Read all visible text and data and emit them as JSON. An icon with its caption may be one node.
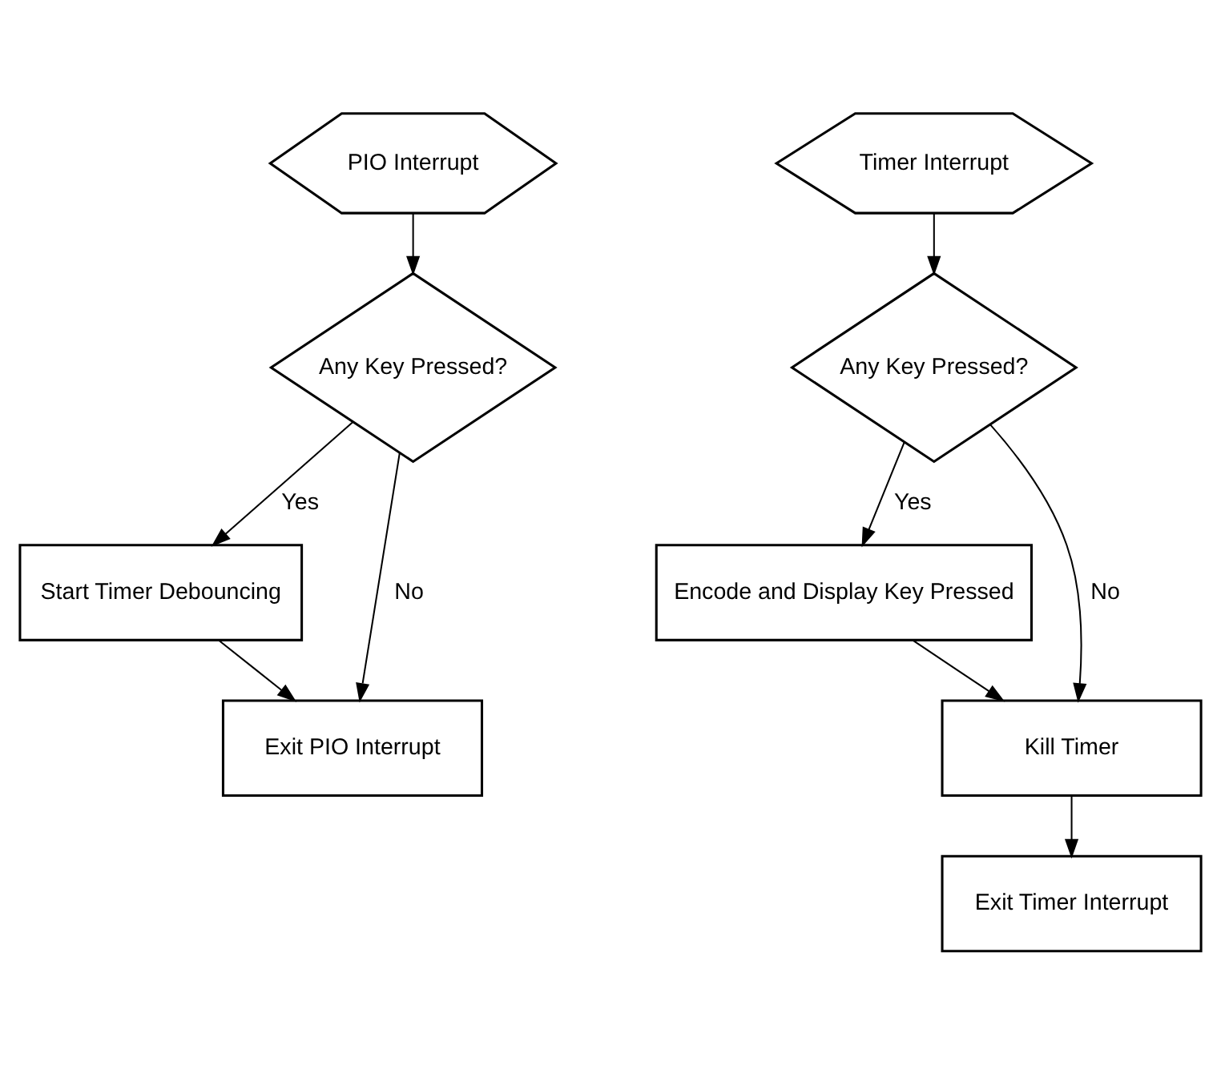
{
  "diagram": {
    "nodes": [
      {
        "text": [
          "PIO Interrupt"
        ]
      },
      {
        "text": [
          "Any Key Pressed?"
        ]
      },
      {
        "text": [
          "Start Timer Debouncing"
        ]
      },
      {
        "text": [
          "Exit PIO Interrupt"
        ]
      },
      {
        "text": [
          "Timer Interrupt"
        ]
      },
      {
        "text": [
          "Any Key Pressed?"
        ]
      },
      {
        "text": [
          "Encode and Display Key Pressed"
        ]
      },
      {
        "text": [
          "Kill Timer"
        ]
      },
      {
        "text": [
          "Exit Timer Interrupt"
        ]
      }
    ],
    "edges": [
      {
        "from": 0,
        "to": 1,
        "arrow": "to"
      },
      {
        "from": 1,
        "to": 2,
        "arrow": "to",
        "label": "Yes"
      },
      {
        "from": 1,
        "to": 3,
        "arrow": "to",
        "label": "No"
      },
      {
        "from": 2,
        "to": 3,
        "arrow": "to"
      },
      {
        "from": 4,
        "to": 5,
        "arrow": "to"
      },
      {
        "from": 5,
        "to": 6,
        "arrow": "to",
        "label": "Yes"
      },
      {
        "from": 5,
        "to": 7,
        "arrow": "to",
        "label": "No"
      },
      {
        "from": 6,
        "to": 7,
        "arrow": "to"
      },
      {
        "from": 7,
        "to": 8,
        "arrow": "to"
      }
    ]
  }
}
